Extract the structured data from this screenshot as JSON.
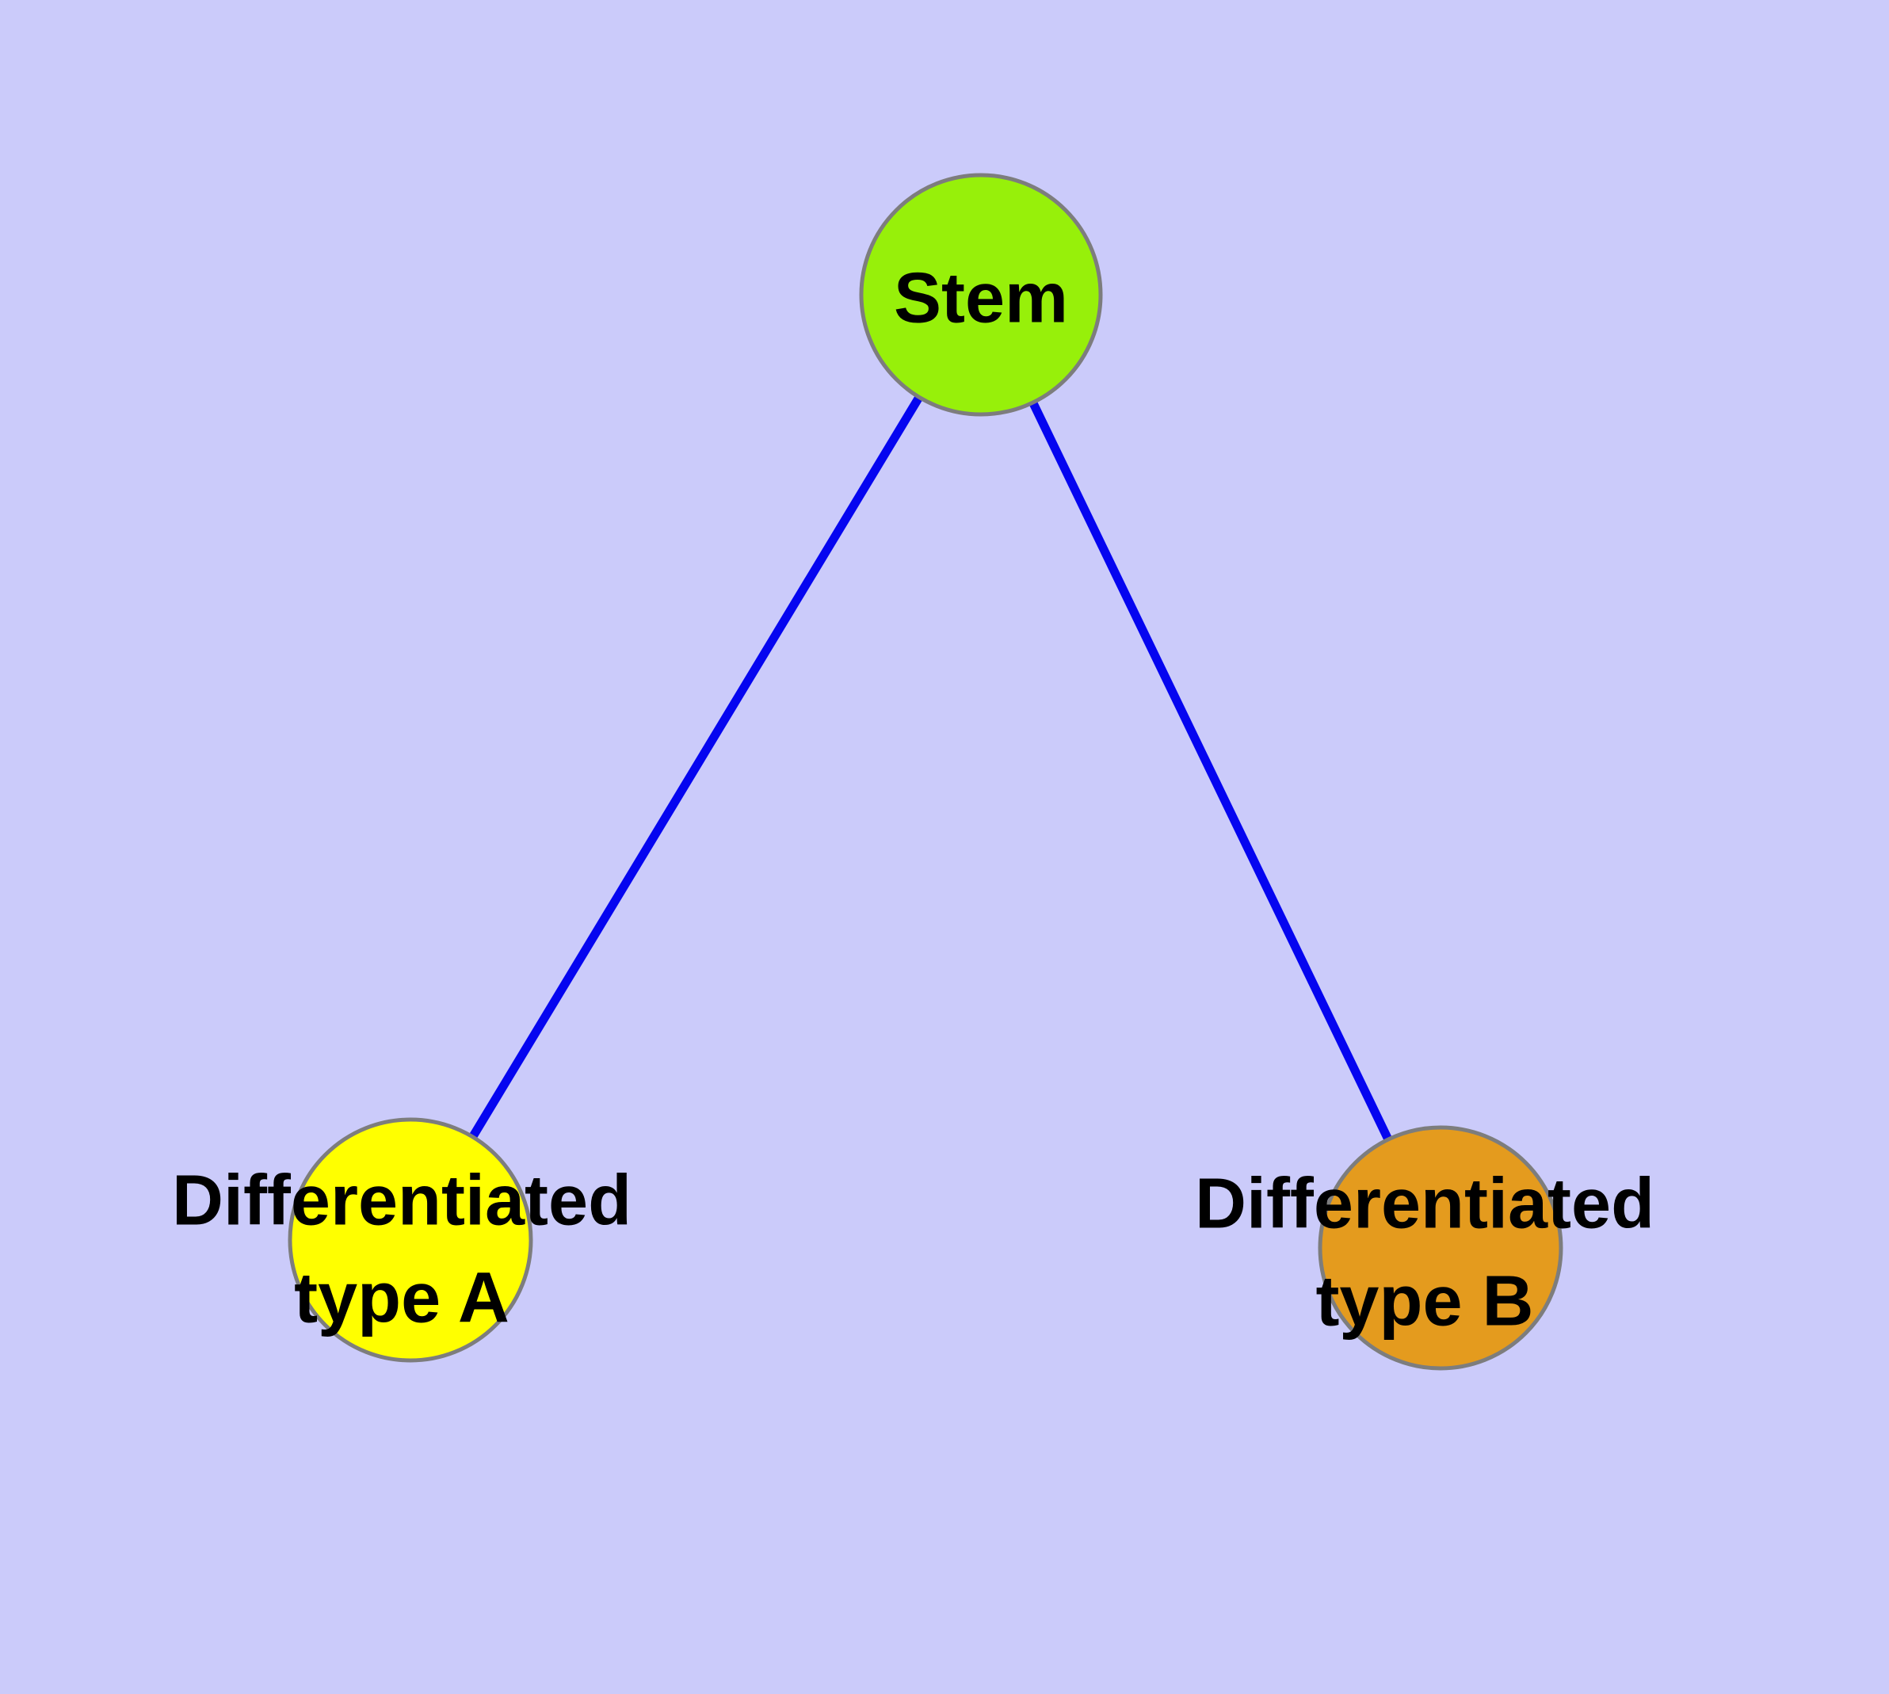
{
  "colors": {
    "background": "#CBCBFA",
    "edge": "#0505F0",
    "node_border": "#7D7D7D"
  },
  "nodes": {
    "stem": {
      "label": "Stem",
      "fill": "#97F00A"
    },
    "typeA": {
      "label_line1": "Differentiated",
      "label_line2": "type A",
      "fill": "#FFFF00"
    },
    "typeB": {
      "label_line1": "Differentiated",
      "label_line2": "type B",
      "fill": "#E49B1E"
    }
  },
  "edges": [
    {
      "from": "Stem",
      "to": "Differentiated type A"
    },
    {
      "from": "Stem",
      "to": "Differentiated type B"
    }
  ]
}
